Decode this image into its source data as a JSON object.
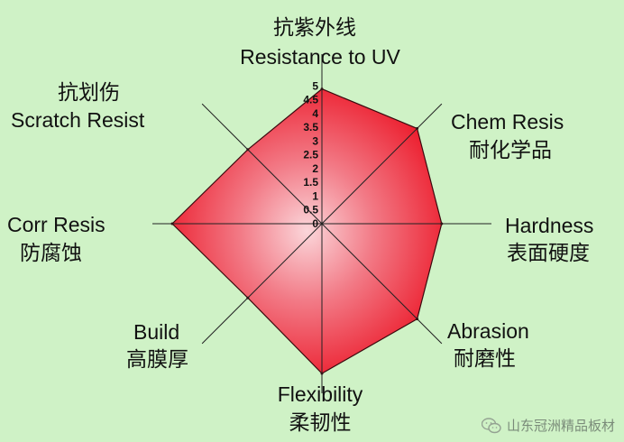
{
  "chart_data": {
    "type": "radar",
    "max": 5,
    "ticks": [
      "0",
      "0.5",
      "1",
      "1.5",
      "2",
      "2.5",
      "3",
      "3.5",
      "4",
      "4.5",
      "5"
    ],
    "axes": [
      {
        "en": "Resistance to UV",
        "zh": "抗紫外线"
      },
      {
        "en": "Chem Resis",
        "zh": "耐化学品"
      },
      {
        "en": "Hardness",
        "zh": "表面硬度"
      },
      {
        "en": "Abrasion",
        "zh": "耐磨性"
      },
      {
        "en": "Flexibility",
        "zh": "柔韧性"
      },
      {
        "en": "Build",
        "zh": "高膜厚"
      },
      {
        "en": "Corr Resis",
        "zh": "防腐蚀"
      },
      {
        "en": "Scratch Resist",
        "zh": "抗划伤"
      }
    ],
    "values": [
      4.5,
      4.5,
      4.0,
      4.5,
      5.0,
      3.5,
      5.0,
      3.5
    ],
    "fill_color": "#ec1c2c",
    "fill_color_light": "#fbd6da",
    "background": "#cff2c6"
  },
  "watermark": "山东冠洲精品板材",
  "watermark_icon": "wechat-icon"
}
